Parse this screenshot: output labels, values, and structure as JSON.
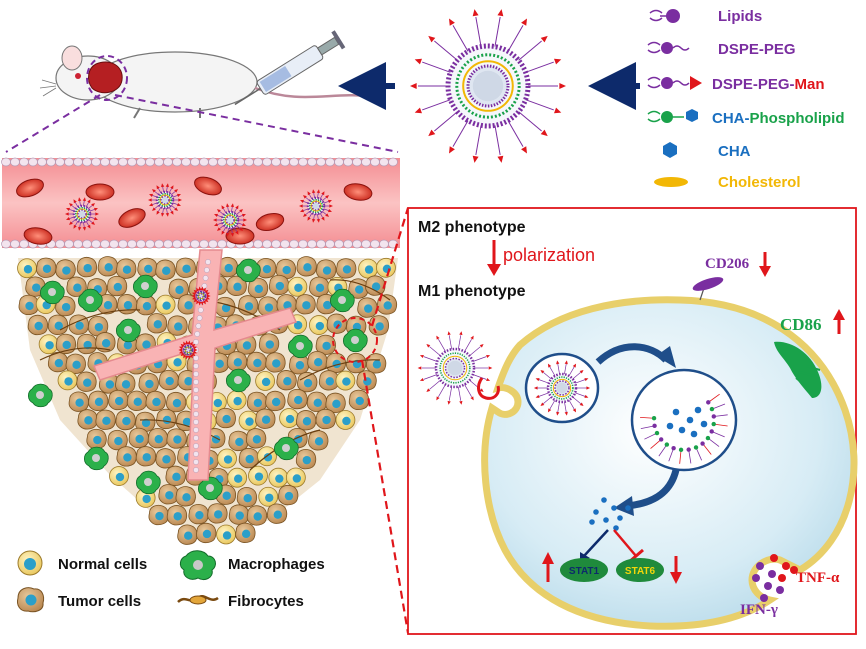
{
  "legend_top": {
    "items": [
      {
        "text": "Lipids",
        "color": "#7a2ea0"
      },
      {
        "text": "DSPE-PEG",
        "color": "#7a2ea0"
      },
      {
        "text_a": "DSPE-PEG-",
        "text_b": "Man",
        "color_a": "#7a2ea0",
        "color_b": "#e0161b"
      },
      {
        "text_a": "CHA-",
        "text_b": "Phospholipid",
        "color_a": "#1a6fc0",
        "color_b": "#19a24a"
      },
      {
        "text": "CHA",
        "color": "#1a6fc0"
      },
      {
        "text": "Cholesterol",
        "color": "#f2b705"
      }
    ]
  },
  "legend_bottom": {
    "normal_cells": "Normal cells",
    "tumor_cells": "Tumor cells",
    "macrophages": "Macrophages",
    "fibrocytes": "Fibrocytes"
  },
  "panel": {
    "m2_label": "M2 phenotype",
    "polarization": "polarization",
    "m1_label": "M1 phenotype",
    "cd206": "CD206",
    "cd86": "CD86",
    "stat1": "STAT1",
    "stat6": "STAT6",
    "tnf": "TNF-α",
    "ifn": "IFN-γ"
  },
  "colors": {
    "purple": "#7a2ea0",
    "red": "#e0161b",
    "green": "#19a24a",
    "blue": "#1a6fc0",
    "navy": "#0d2a6b",
    "vessel": "#f6a3a6",
    "cell_cyto": "#c99a62",
    "nucleus": "#2b9fc9"
  }
}
